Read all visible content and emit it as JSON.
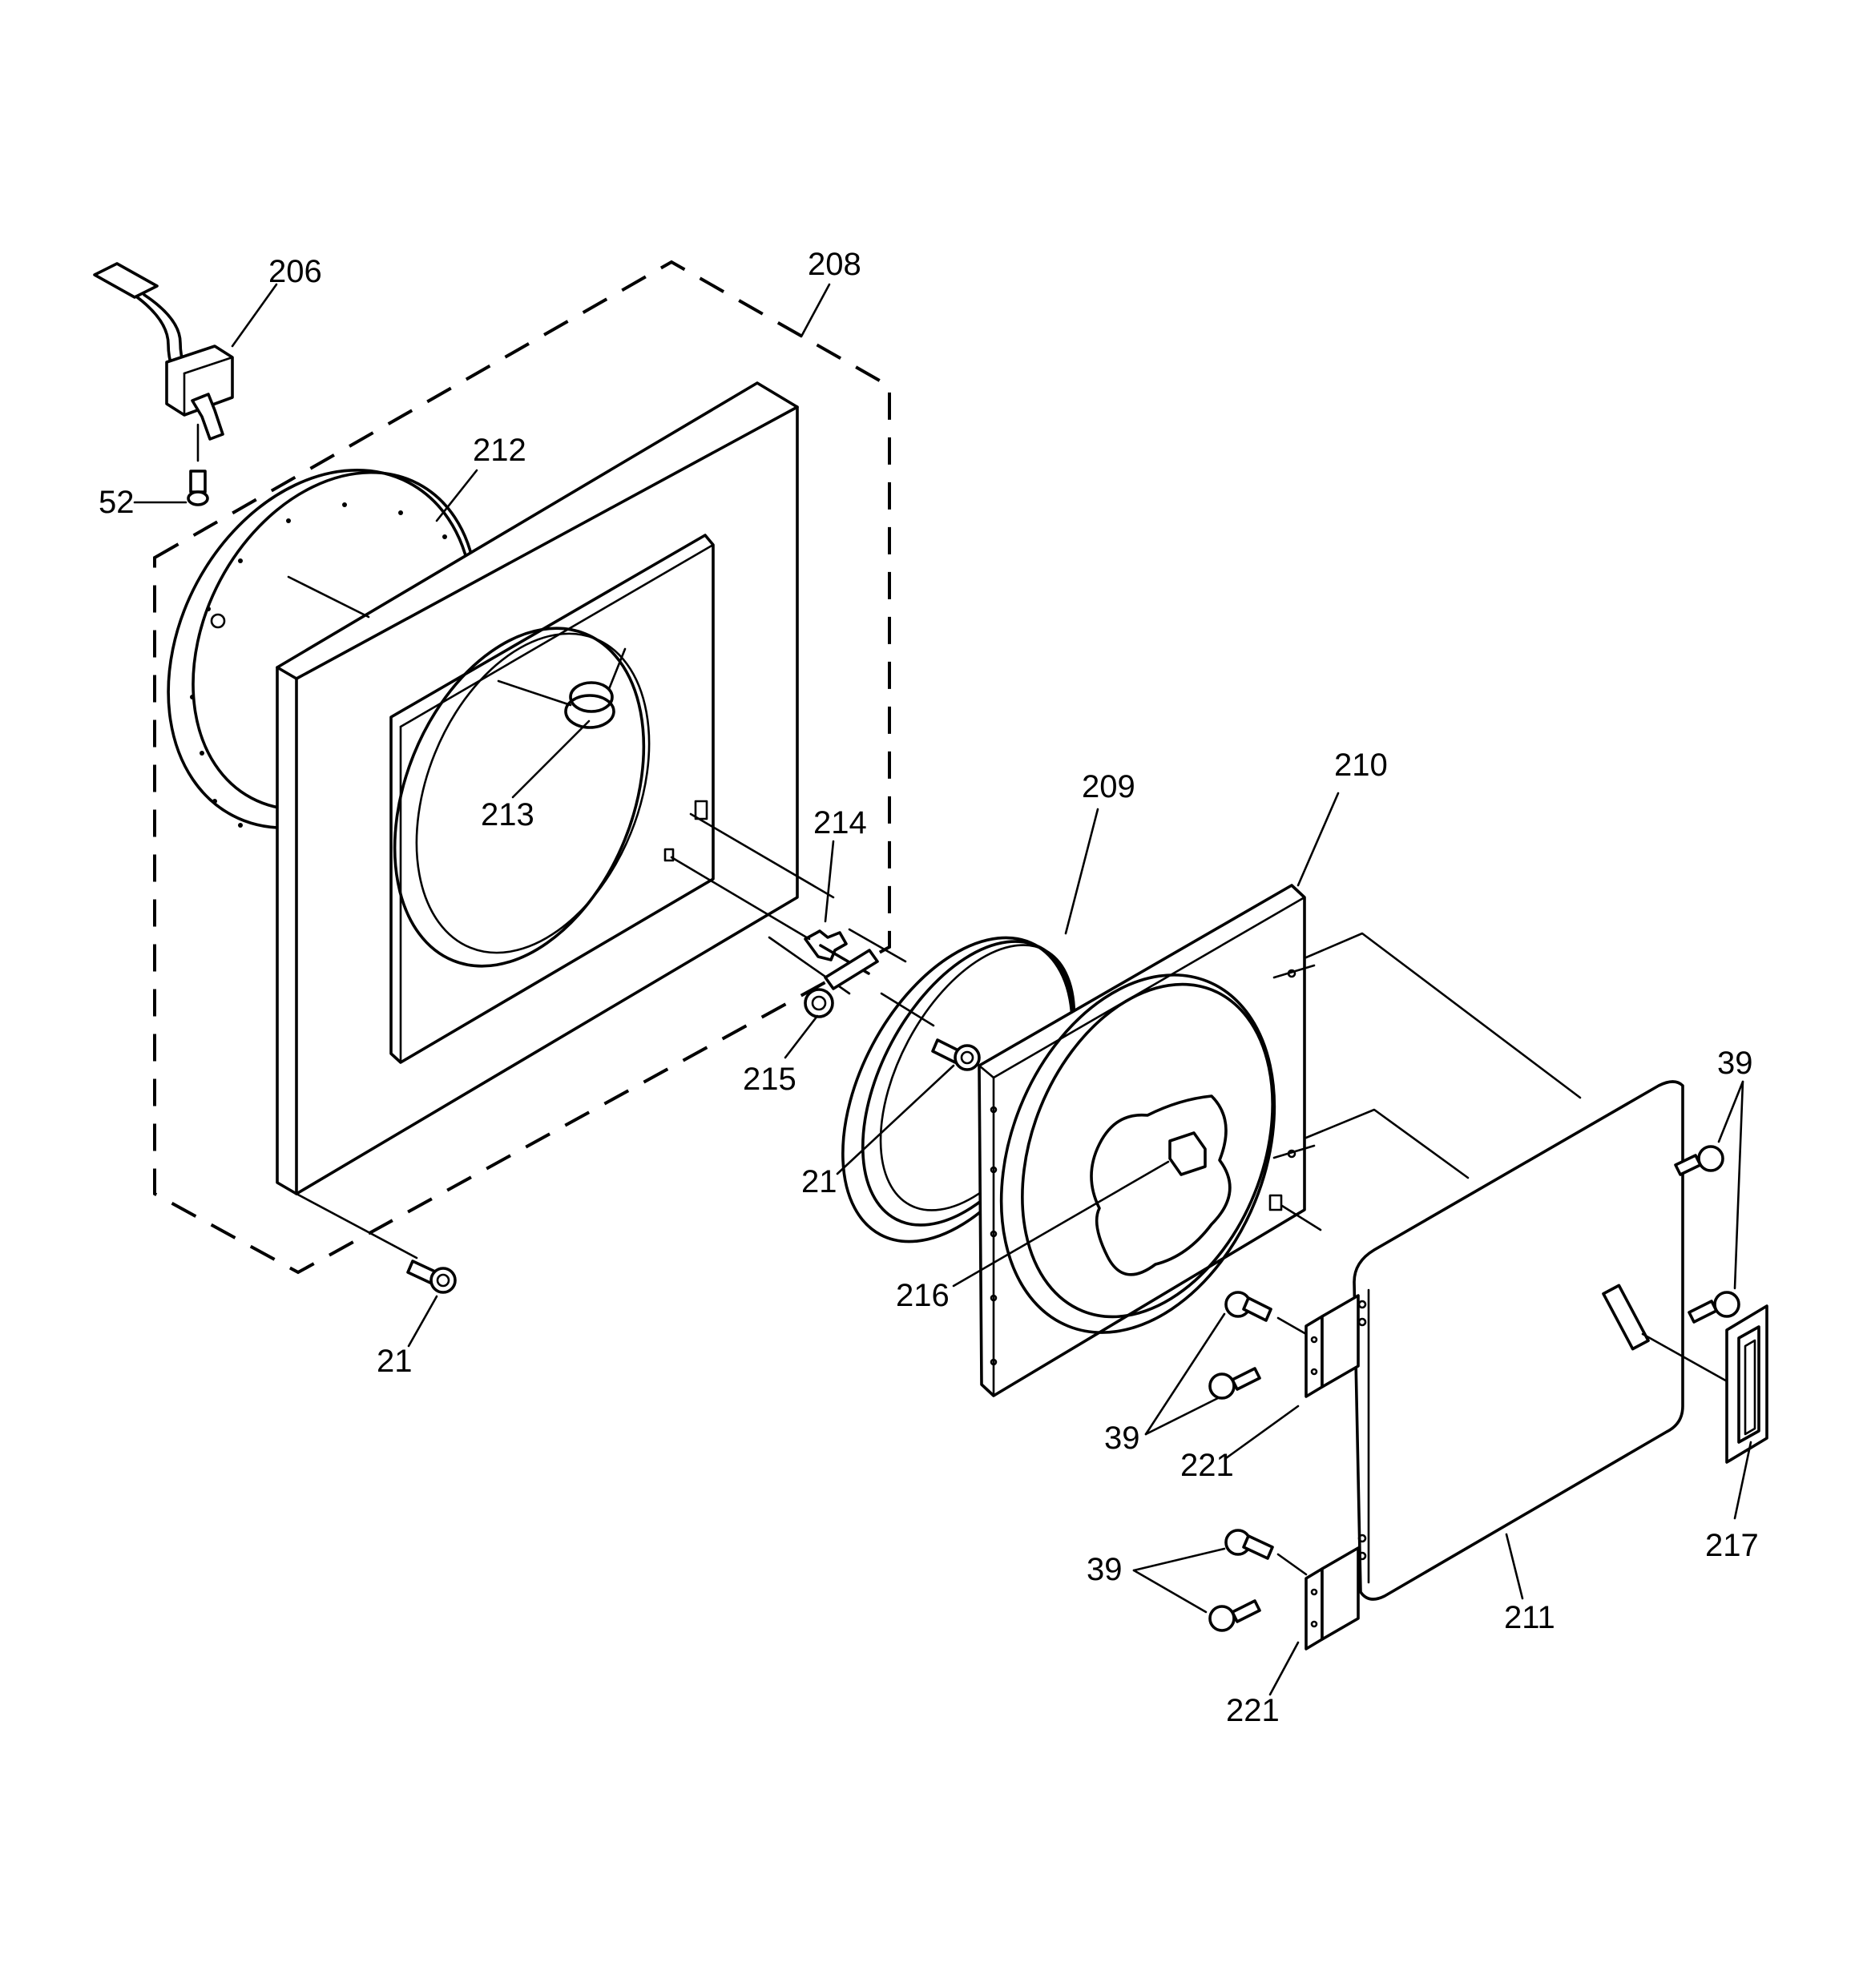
{
  "callouts": {
    "c206": "206",
    "c208": "208",
    "c212": "212",
    "c52": "52",
    "c213": "213",
    "c214": "214",
    "c215": "215",
    "c21a": "21",
    "c21b": "21",
    "c209": "209",
    "c210": "210",
    "c216": "216",
    "c39a": "39",
    "c39b": "39",
    "c39c": "39",
    "c221a": "221",
    "c221b": "221",
    "c211": "211",
    "c217": "217"
  }
}
